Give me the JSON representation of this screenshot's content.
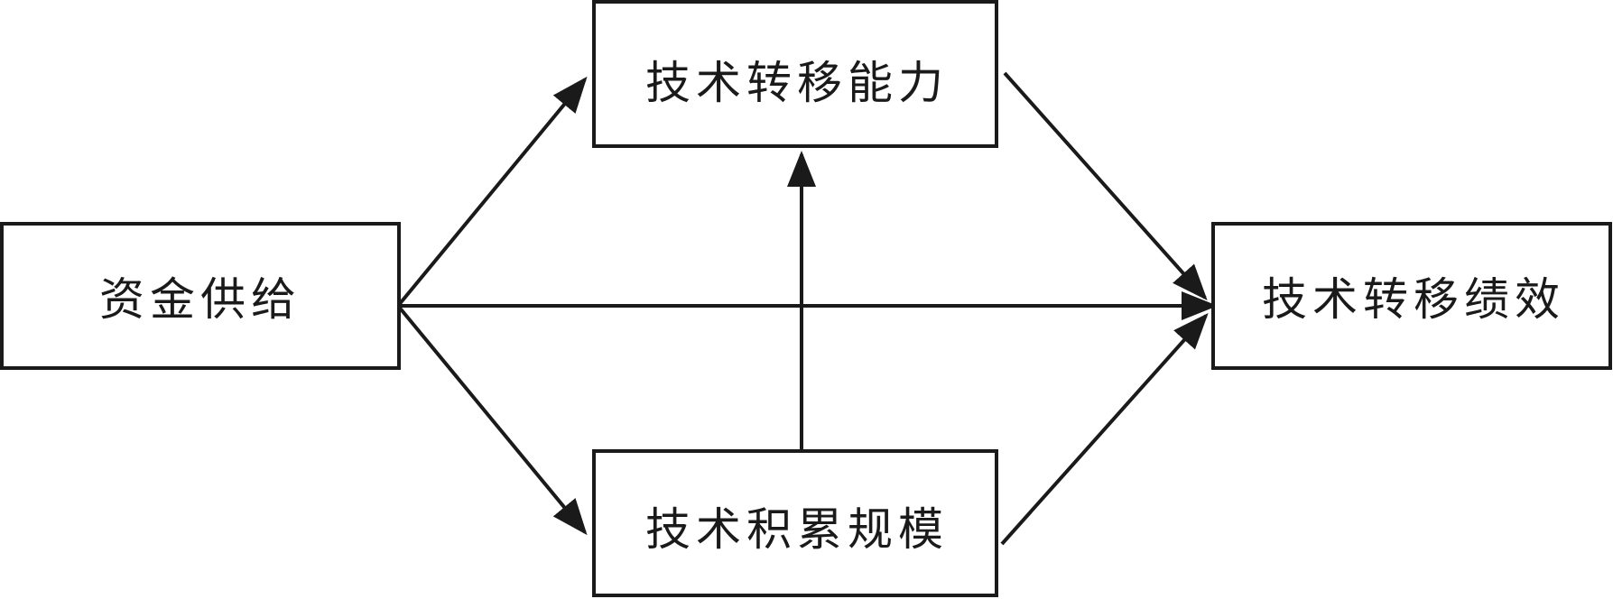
{
  "nodes": {
    "capital_supply": {
      "label": "资金供给"
    },
    "transfer_capability": {
      "label": "技术转移能力"
    },
    "accumulation_scale": {
      "label": "技术积累规模"
    },
    "transfer_performance": {
      "label": "技术转移绩效"
    }
  },
  "edges": [
    {
      "from": "capital_supply",
      "to": "transfer_capability"
    },
    {
      "from": "capital_supply",
      "to": "accumulation_scale"
    },
    {
      "from": "capital_supply",
      "to": "transfer_performance"
    },
    {
      "from": "transfer_capability",
      "to": "transfer_performance"
    },
    {
      "from": "accumulation_scale",
      "to": "transfer_performance"
    },
    {
      "from": "accumulation_scale",
      "to": "transfer_capability"
    }
  ],
  "colors": {
    "stroke": "#1a1a1a",
    "background": "#ffffff"
  }
}
